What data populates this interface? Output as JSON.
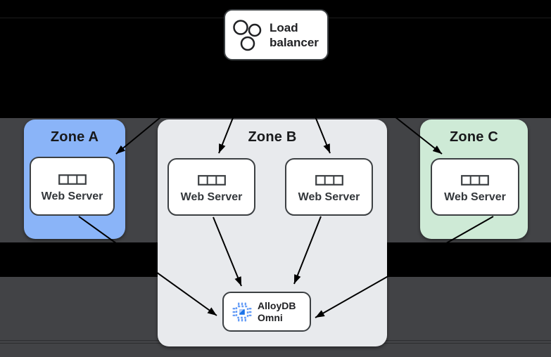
{
  "load_balancer": {
    "label": "Load balancer",
    "icon": "load-balancer-circles-icon"
  },
  "zones": [
    {
      "label": "Zone A",
      "fill": "#8ab4f8",
      "servers": [
        {
          "label": "Web Server",
          "icon": "server-icon"
        }
      ]
    },
    {
      "label": "Zone B",
      "fill": "#e8eaed",
      "servers": [
        {
          "label": "Web Server",
          "icon": "server-icon"
        },
        {
          "label": "Web Server",
          "icon": "server-icon"
        }
      ]
    },
    {
      "label": "Zone C",
      "fill": "#ceead6",
      "servers": [
        {
          "label": "Web Server",
          "icon": "server-icon"
        }
      ]
    }
  ],
  "database": {
    "label": "AlloyDB Omni",
    "icon": "alloydb-chip-icon"
  },
  "connections": [
    {
      "from": "load-balancer",
      "to": "zone-a-web-server"
    },
    {
      "from": "load-balancer",
      "to": "zone-b-web-server-1"
    },
    {
      "from": "load-balancer",
      "to": "zone-b-web-server-2"
    },
    {
      "from": "load-balancer",
      "to": "zone-c-web-server"
    },
    {
      "from": "zone-a-web-server",
      "to": "alloydb-omni"
    },
    {
      "from": "zone-b-web-server-1",
      "to": "alloydb-omni"
    },
    {
      "from": "zone-b-web-server-2",
      "to": "alloydb-omni"
    },
    {
      "from": "zone-c-web-server",
      "to": "alloydb-omni"
    }
  ],
  "colors": {
    "zone_a_fill": "#8ab4f8",
    "zone_b_fill": "#e8eaed",
    "zone_c_fill": "#ceead6",
    "node_fill": "#ffffff",
    "node_border": "#3c4043",
    "text": "#202124",
    "arrow": "#000000",
    "background_black": "#000000",
    "background_gray_band": "#424346",
    "alloydb_icon_blue": "#669df6",
    "alloydb_icon_blue_dark": "#1a73e8"
  }
}
